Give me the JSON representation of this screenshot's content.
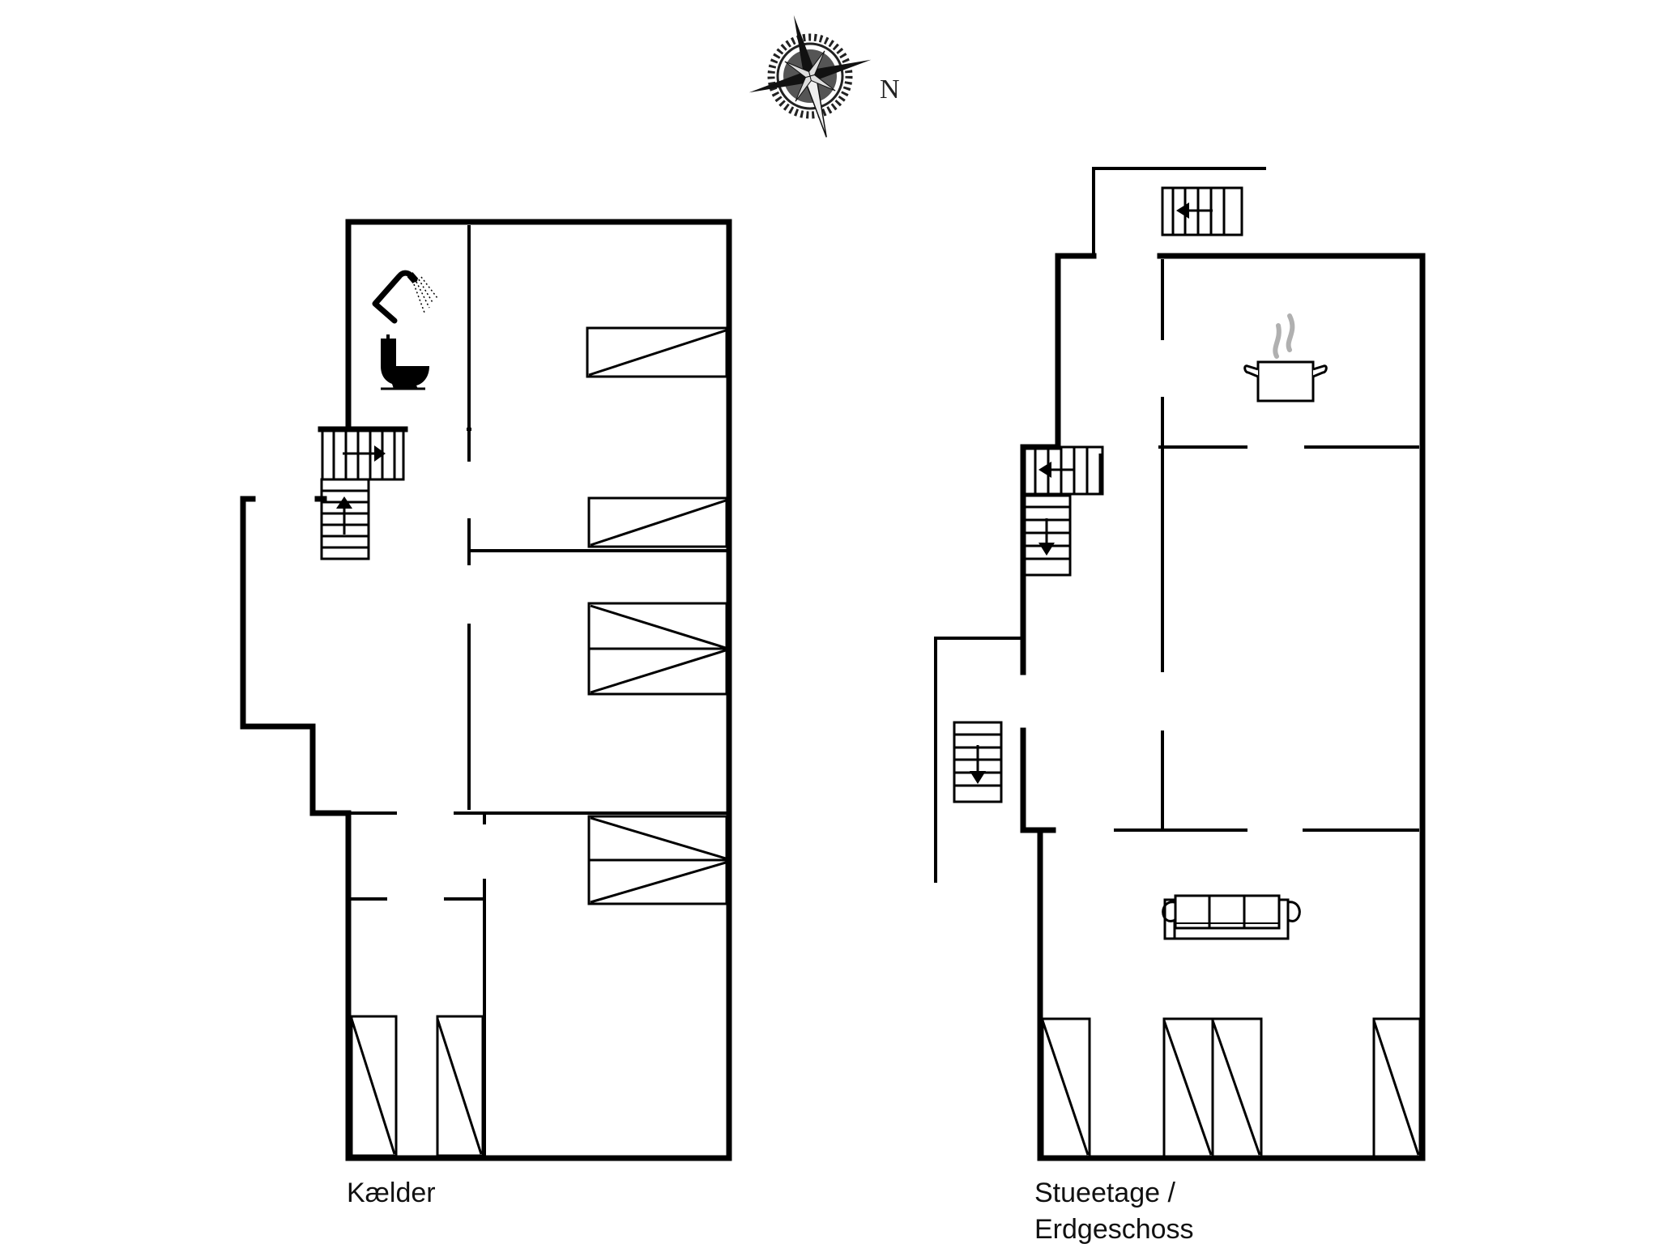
{
  "compass": {
    "north_label": "N",
    "icon": "compass-rose-icon"
  },
  "floors": [
    {
      "id": "basement",
      "label": "Kælder",
      "rooms_icons": [
        "shower-icon",
        "toilet-icon",
        "staircase-icon",
        "staircase-icon"
      ],
      "windows": 8
    },
    {
      "id": "ground",
      "label_line1": "Stueetage /",
      "label_line2": "Erdgeschoss",
      "rooms_icons": [
        "cooking-pot-icon",
        "sofa-icon",
        "staircase-icon",
        "staircase-icon",
        "staircase-icon"
      ],
      "windows": 5
    }
  ],
  "colors": {
    "wall": "#000000",
    "background": "#ffffff",
    "steam": "#b0b0b0"
  }
}
